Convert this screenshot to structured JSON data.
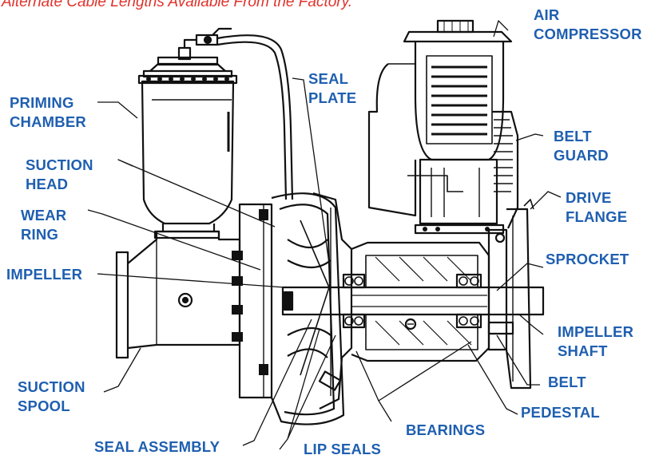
{
  "note": "Alternate Cable Lengths Available From the Factory.",
  "colors": {
    "label": "#1f5fb0",
    "note": "#e0322b",
    "line": "#111111"
  },
  "labels": {
    "air_compressor": "AIR\nCOMPRESSOR",
    "seal_plate": "SEAL\nPLATE",
    "priming_chamber": "PRIMING\nCHAMBER",
    "belt_guard": "BELT\nGUARD",
    "suction_head": "SUCTION\nHEAD",
    "drive_flange": "DRIVE\nFLANGE",
    "wear_ring": "WEAR\nRING",
    "sprocket": "SPROCKET",
    "impeller": "IMPELLER",
    "impeller_shaft": "IMPELLER\nSHAFT",
    "belt": "BELT",
    "suction_spool": "SUCTION\nSPOOL",
    "pedestal": "PEDESTAL",
    "bearings": "BEARINGS",
    "seal_assembly": "SEAL ASSEMBLY",
    "lip_seals": "LIP SEALS"
  }
}
